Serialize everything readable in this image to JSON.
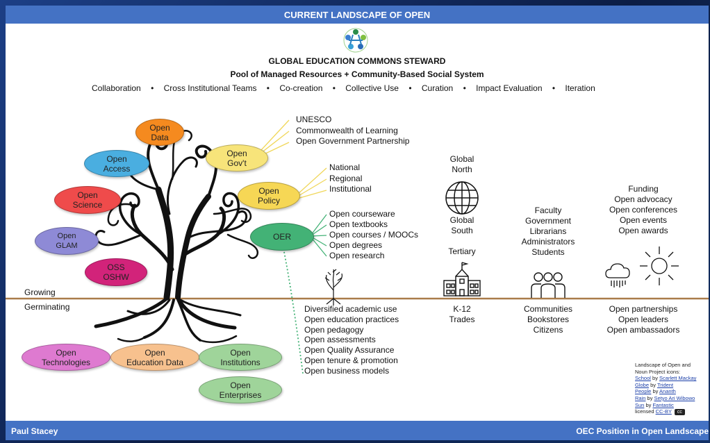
{
  "header": {
    "title": "CURRENT LANDSCAPE OF OPEN"
  },
  "steward": {
    "title": "GLOBAL EDUCATION COMMONS STEWARD",
    "subtitle": "Pool of Managed Resources + Community-Based Social System",
    "values": [
      "Collaboration",
      "Cross Institutional Teams",
      "Co-creation",
      "Collective Use",
      "Curation",
      "Impact Evaluation",
      "Iteration"
    ],
    "separator": "•"
  },
  "branches": {
    "open_data": "Open\nData",
    "open_access": "Open\nAccess",
    "open_govt": "Open\nGov't",
    "open_science": "Open\nScience",
    "open_policy": "Open\nPolicy",
    "open_glam": "Open\nGLAM",
    "oer": "OER",
    "oss_oshw": "OSS\nOSHW"
  },
  "roots": {
    "open_technologies": "Open\nTechnologies",
    "open_education_data": "Open\nEducation Data",
    "open_institutions": "Open\nInstitutions",
    "open_enterprises": "Open\nEnterprises"
  },
  "govt_list": [
    "UNESCO",
    "Commonwealth of Learning",
    "Open Government Partnership"
  ],
  "policy_list": [
    "National",
    "Regional",
    "Institutional"
  ],
  "oer_list": [
    "Open courseware",
    "Open textbooks",
    "Open courses / MOOCs",
    "Open degrees",
    "Open research"
  ],
  "germinating_list": [
    "Diversified academic use",
    "Open education practices",
    "Open pedagogy",
    "Open assessments",
    "Open Quality Assurance",
    "Open tenure & promotion",
    "Open business models"
  ],
  "labels": {
    "growing": "Growing",
    "germinating": "Germinating"
  },
  "global": {
    "north": "Global\nNorth",
    "south": "Global\nSouth",
    "tertiary": "Tertiary",
    "k12": "K-12\nTrades"
  },
  "people": {
    "above": [
      "Faculty",
      "Government",
      "Librarians",
      "Administrators",
      "Students"
    ],
    "below": [
      "Communities",
      "Bookstores",
      "Citizens"
    ]
  },
  "climate": {
    "above": [
      "Funding",
      "Open advocacy",
      "Open conferences",
      "Open events",
      "Open awards"
    ],
    "below": [
      "Open partnerships",
      "Open leaders",
      "Open ambassadors"
    ]
  },
  "credits": {
    "intro": [
      "Landscape of Open and",
      "Noun Project icons:"
    ],
    "items": [
      {
        "icon": "School",
        "by": "by",
        "author": "Scarlett Mackay"
      },
      {
        "icon": "Globe",
        "by": "by",
        "author": "Trident"
      },
      {
        "icon": "People",
        "by": "by",
        "author": "Ananth"
      },
      {
        "icon": "Rain",
        "by": "by",
        "author": "Setyo Ari Wibowo"
      },
      {
        "icon": "Sun",
        "by": "by",
        "author": "Fantastic"
      }
    ],
    "license": "licensed",
    "license_link": "CC-BY",
    "badge": "cc"
  },
  "footer": {
    "left": "Paul Stacey",
    "right": "OEC Position in Open Landscape"
  },
  "colors": {
    "bar": "#4472c4",
    "ground_line": "#a97c4a",
    "open_data": "#f58a1f",
    "open_access": "#4aaee0",
    "open_govt": "#f7e47a",
    "open_science": "#ef4b4b",
    "open_policy": "#f6d755",
    "open_glam": "#8e8ad6",
    "oer": "#43b276",
    "oss_oshw": "#d2237a",
    "open_technologies": "#de7ad0",
    "open_education_data": "#f7c18e",
    "open_institutions": "#9fd49a",
    "open_enterprises": "#9fd49a",
    "connector_yellow": "#f0d75a",
    "connector_green": "#43b276"
  }
}
